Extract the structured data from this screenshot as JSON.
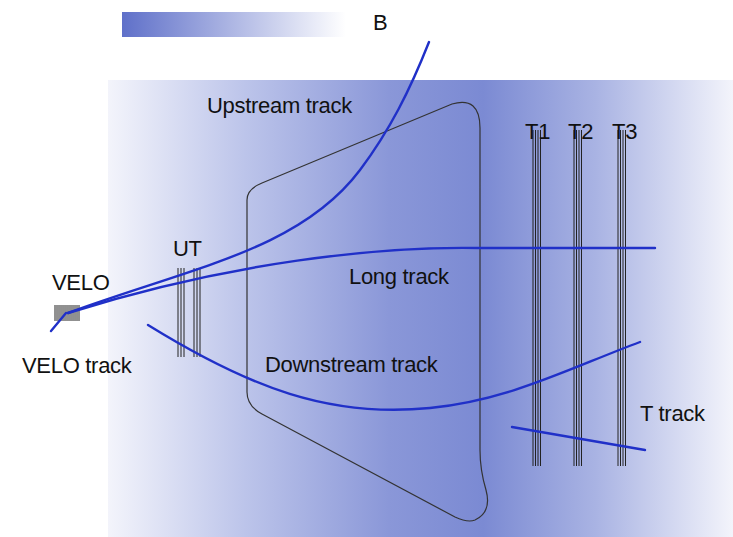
{
  "diagram": {
    "labels": [
      "Upstream track",
      "Long track",
      "VELO",
      "UT",
      "VELO track",
      "Downstream track",
      "T1",
      "T2",
      "T3",
      "T track"
    ],
    "legend": [
      {
        "text": "B"
      }
    ]
  }
}
